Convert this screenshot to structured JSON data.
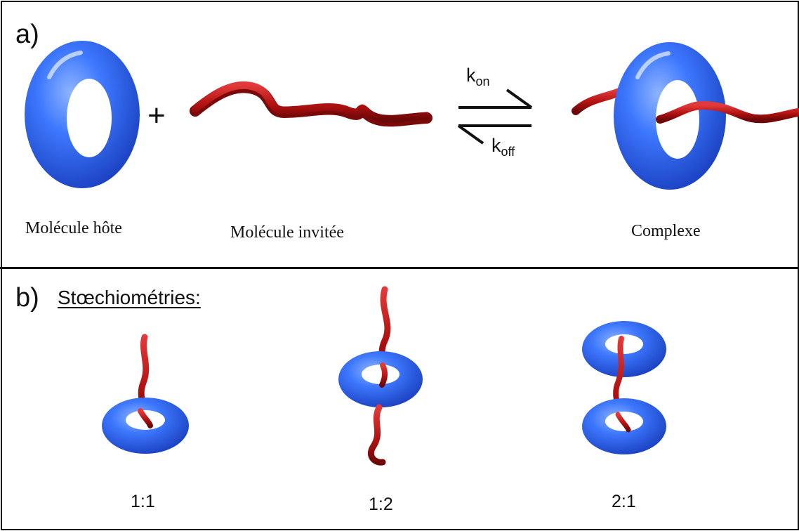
{
  "panel_a": {
    "label": "a)",
    "host_caption": "Molécule hôte",
    "guest_caption": "Molécule invitée",
    "complex_caption": "Complexe",
    "plus_sign": "+",
    "k_forward": "k",
    "k_forward_sub": "on",
    "k_reverse": "k",
    "k_reverse_sub": "off"
  },
  "panel_b": {
    "label": "b)",
    "subtitle": "Stœchiométries:",
    "items": [
      {
        "ratio": "1:1"
      },
      {
        "ratio": "1:2"
      },
      {
        "ratio": "2:1"
      }
    ]
  },
  "colors": {
    "host_ring": "#2f6bff",
    "host_ring_dark": "#1a3fbf",
    "guest_chain": "#c41414",
    "guest_chain_dark": "#7a0a0a",
    "border": "#111111"
  }
}
